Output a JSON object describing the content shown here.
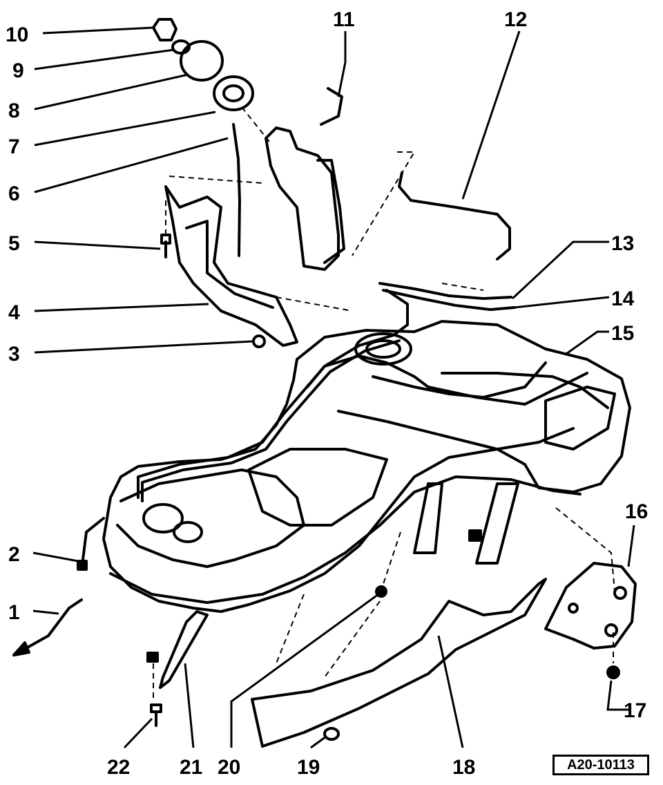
{
  "diagram": {
    "reference_code": "A20-10113",
    "callouts": [
      {
        "id": "10",
        "label": "10"
      },
      {
        "id": "9",
        "label": "9"
      },
      {
        "id": "8",
        "label": "8"
      },
      {
        "id": "7",
        "label": "7"
      },
      {
        "id": "6",
        "label": "6"
      },
      {
        "id": "5",
        "label": "5"
      },
      {
        "id": "4",
        "label": "4"
      },
      {
        "id": "3",
        "label": "3"
      },
      {
        "id": "2",
        "label": "2"
      },
      {
        "id": "1",
        "label": "1"
      },
      {
        "id": "11",
        "label": "11"
      },
      {
        "id": "12",
        "label": "12"
      },
      {
        "id": "13",
        "label": "13"
      },
      {
        "id": "14",
        "label": "14"
      },
      {
        "id": "15",
        "label": "15"
      },
      {
        "id": "16",
        "label": "16"
      },
      {
        "id": "17",
        "label": "17"
      },
      {
        "id": "22",
        "label": "22"
      },
      {
        "id": "21",
        "label": "21"
      },
      {
        "id": "20",
        "label": "20"
      },
      {
        "id": "19",
        "label": "19"
      },
      {
        "id": "18",
        "label": "18"
      }
    ]
  }
}
